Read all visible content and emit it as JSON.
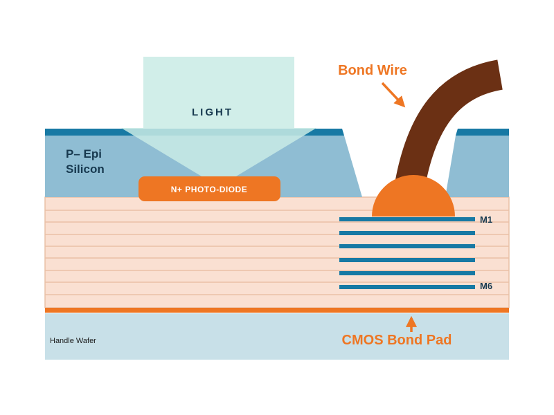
{
  "labels": {
    "light": "LIGHT",
    "bond_wire": "Bond Wire",
    "p_epi_line1": "P– Epi",
    "p_epi_line2": "Silicon",
    "photodiode": "N+ PHOTO-DIODE",
    "metal_top": "M1",
    "metal_bottom": "M6",
    "cmos_bond_pad": "CMOS Bond Pad",
    "handle_wafer": "Handle Wafer"
  },
  "colors": {
    "accent_orange": "#EE7623",
    "silicon_blue": "#8FBDD3",
    "metal_teal": "#1779A4",
    "light_beam": "#C9EBE5",
    "navy_text": "#17394F",
    "stack_peach": "#FAE0D2",
    "stack_line": "#E9C0A6",
    "handle_blue": "#C8E0E8",
    "wire_brown": "#6B3014"
  }
}
